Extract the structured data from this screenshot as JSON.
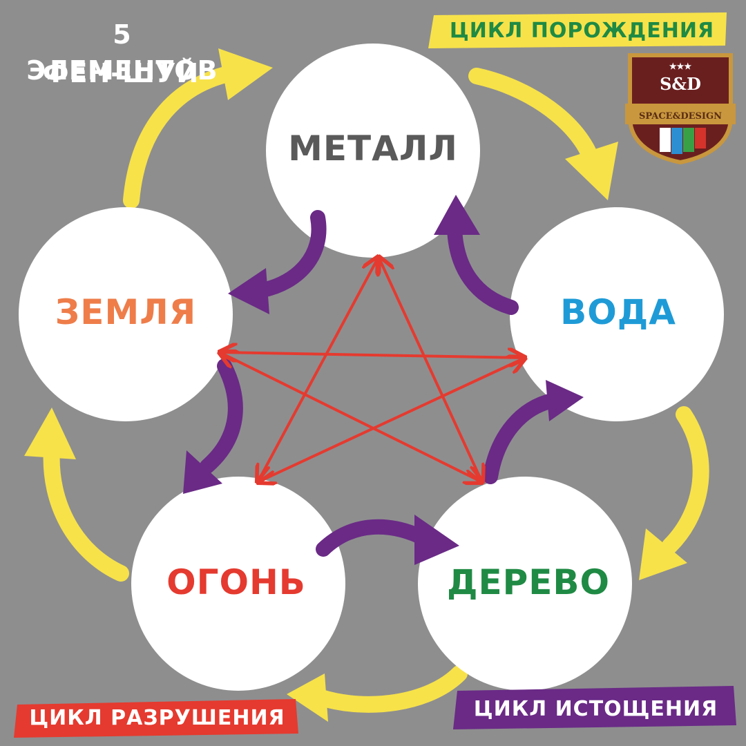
{
  "title": {
    "line1": "5 ЭЛЕМЕНТОВ",
    "line2": "ФЕН-ШУЙ"
  },
  "elements": [
    {
      "label": "МЕТАЛЛ",
      "color": "#5a5a5a"
    },
    {
      "label": "ВОДА",
      "color": "#1e9bd7"
    },
    {
      "label": "ДЕРЕВО",
      "color": "#1f8a44"
    },
    {
      "label": "ОГОНЬ",
      "color": "#e53a2f"
    },
    {
      "label": "ЗЕМЛЯ",
      "color": "#ee7d4a"
    }
  ],
  "cycles": {
    "generation": {
      "label": "ЦИКЛ ПОРОЖДЕНИЯ",
      "color": "#f7e24a",
      "text_color": "#1f8a44"
    },
    "destruction": {
      "label": "ЦИКЛ РАЗРУШЕНИЯ",
      "color": "#e53a2f",
      "text_color": "#ffffff"
    },
    "exhaustion": {
      "label": "ЦИКЛ ИСТОЩЕНИЯ",
      "color": "#6a2a86",
      "text_color": "#ffffff"
    }
  },
  "logo": {
    "monogram": "S&D",
    "text": "SPACE&DESIGN",
    "stars": "★★★"
  },
  "colors": {
    "background": "#8e8e8f",
    "generation_arrow": "#f7e24a",
    "exhaustion_arrow": "#6a2a86",
    "destruction_arrow": "#e53a2f"
  }
}
